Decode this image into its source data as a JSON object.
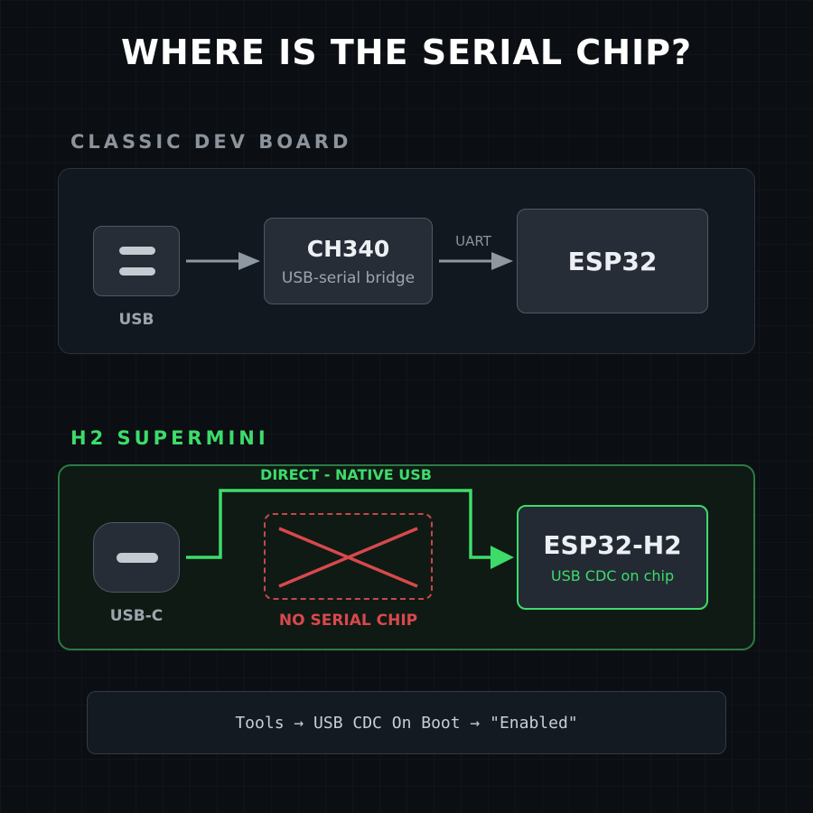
{
  "title": "WHERE IS THE SERIAL CHIP?",
  "colors": {
    "background": "#0b0e12",
    "accent_green": "#3ddc6a",
    "alert_red": "#d9484c",
    "muted_gray": "#8b939c"
  },
  "classic": {
    "label": "CLASSIC DEV BOARD",
    "port_label": "USB",
    "port_icon": "usb-a-port-icon",
    "bridge": {
      "name": "CH340",
      "sub": "USB-serial bridge"
    },
    "link_label": "UART",
    "mcu": {
      "name": "ESP32"
    }
  },
  "h2": {
    "label": "H2 SUPERMINI",
    "port_label": "USB-C",
    "port_icon": "usb-c-port-icon",
    "direct_label": "DIRECT - NATIVE USB",
    "no_chip_label": "NO SERIAL CHIP",
    "mcu": {
      "name": "ESP32-H2",
      "sub": "USB CDC on chip"
    }
  },
  "hint": "Tools → USB CDC On Boot → \"Enabled\""
}
